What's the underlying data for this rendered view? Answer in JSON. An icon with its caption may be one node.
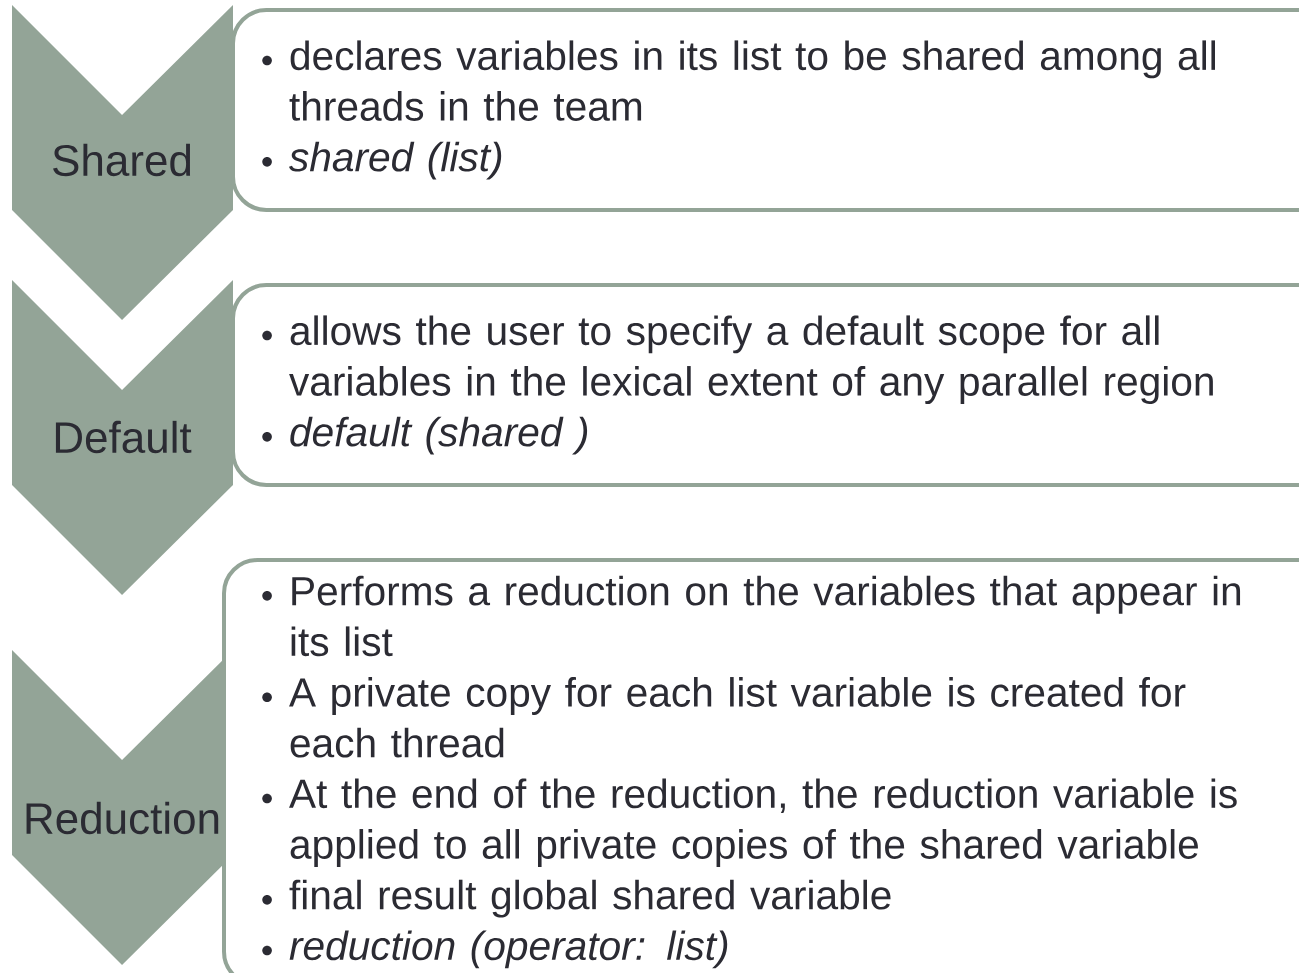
{
  "diagram": {
    "nodes": [
      {
        "text": [
          "Shared"
        ]
      },
      {
        "text": [
          "declares variables in its list to be shared among all threads in the team",
          "shared (list)"
        ]
      },
      {
        "text": [
          "Default"
        ]
      },
      {
        "text": [
          "allows the user to specify a default scope for all variables in the lexical extent of any parallel region",
          "default (shared )"
        ]
      },
      {
        "text": [
          "Reduction"
        ]
      },
      {
        "text": [
          "Performs a reduction on the variables that appear in its list",
          "A private copy for each list variable is created for each thread",
          "At the end of the reduction, the reduction variable is applied to all private copies of the shared variable",
          "final result global shared variable",
          "reduction (operator: list)"
        ]
      }
    ]
  }
}
